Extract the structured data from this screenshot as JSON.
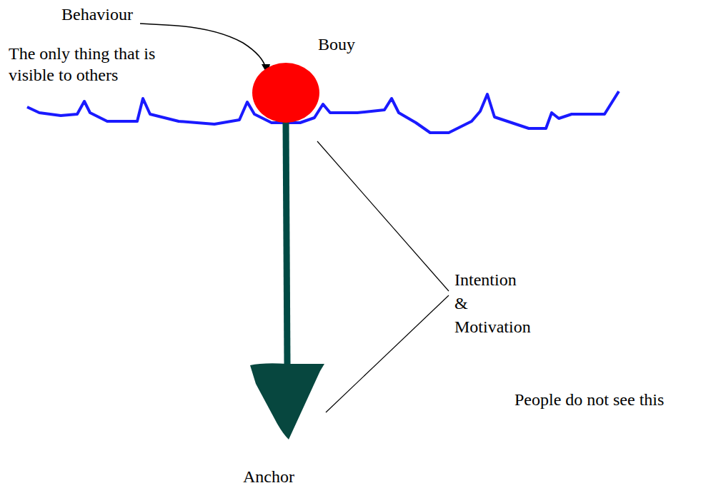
{
  "diagram": {
    "nodes": [
      {
        "text": [
          "Bouy"
        ]
      },
      {
        "text": [
          "Anchor"
        ]
      }
    ],
    "edges": [
      {
        "from": 0,
        "to": 1,
        "arrow": "none"
      }
    ],
    "labels": [
      "Behaviour",
      "The only thing that is visible to others",
      "Intention & Motivation",
      "People do not see this"
    ]
  }
}
